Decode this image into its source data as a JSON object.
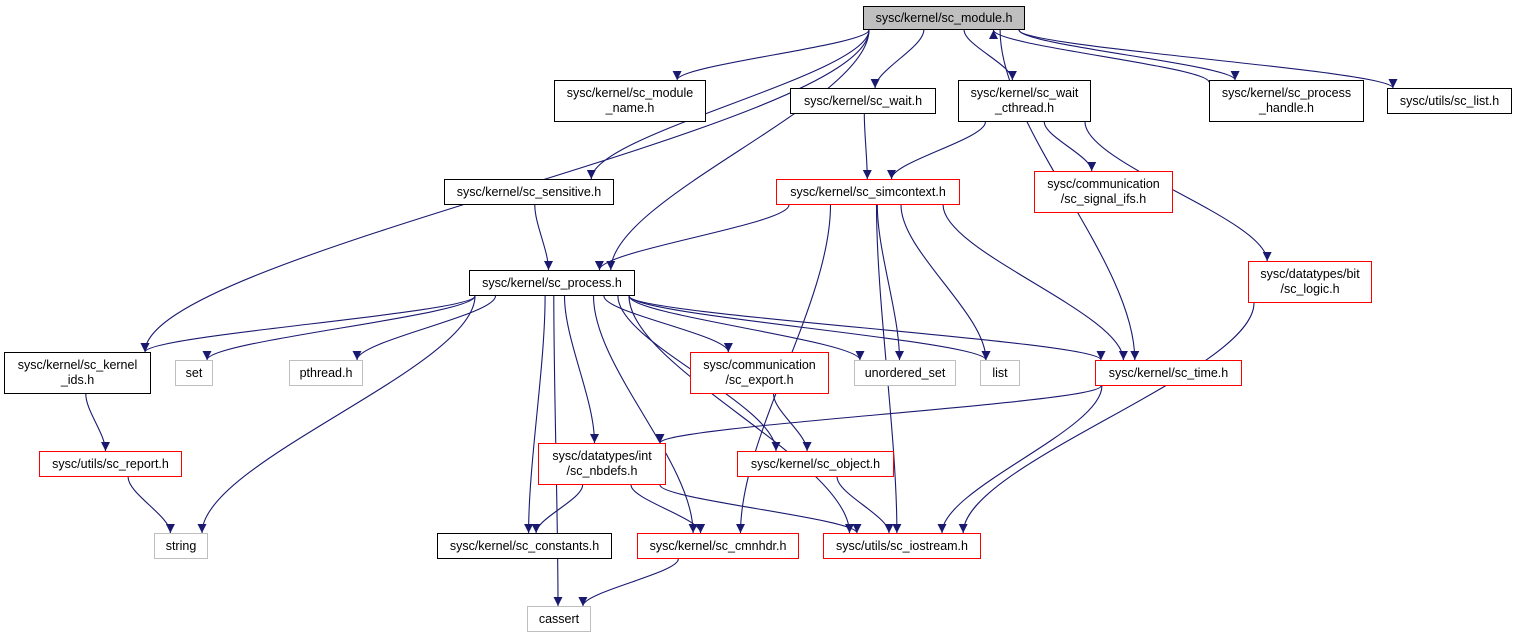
{
  "colors": {
    "edge": "#191970",
    "documented": "#000000",
    "incomplete": "#ff0000",
    "external": "#bfbfbf",
    "root_fill": "#bfbfbf"
  },
  "nodes": {
    "sc_module": {
      "lines": [
        "sysc/kernel/sc_module.h"
      ],
      "kind": "root"
    },
    "sc_module_name": {
      "lines": [
        "sysc/kernel/sc_module",
        "_name.h"
      ],
      "kind": "black"
    },
    "sc_wait": {
      "lines": [
        "sysc/kernel/sc_wait.h"
      ],
      "kind": "black"
    },
    "sc_wait_cthread": {
      "lines": [
        "sysc/kernel/sc_wait",
        "_cthread.h"
      ],
      "kind": "black"
    },
    "sc_process_handle": {
      "lines": [
        "sysc/kernel/sc_process",
        "_handle.h"
      ],
      "kind": "black"
    },
    "sc_list": {
      "lines": [
        "sysc/utils/sc_list.h"
      ],
      "kind": "black"
    },
    "sc_sensitive": {
      "lines": [
        "sysc/kernel/sc_sensitive.h"
      ],
      "kind": "black"
    },
    "sc_simcontext": {
      "lines": [
        "sysc/kernel/sc_simcontext.h"
      ],
      "kind": "red"
    },
    "sc_signal_ifs": {
      "lines": [
        "sysc/communication",
        "/sc_signal_ifs.h"
      ],
      "kind": "red"
    },
    "sc_logic": {
      "lines": [
        "sysc/datatypes/bit",
        "/sc_logic.h"
      ],
      "kind": "red"
    },
    "sc_process": {
      "lines": [
        "sysc/kernel/sc_process.h"
      ],
      "kind": "black"
    },
    "sc_kernel_ids": {
      "lines": [
        "sysc/kernel/sc_kernel",
        "_ids.h"
      ],
      "kind": "black"
    },
    "set": {
      "lines": [
        "set"
      ],
      "kind": "gray"
    },
    "pthread": {
      "lines": [
        "pthread.h"
      ],
      "kind": "gray"
    },
    "sc_export": {
      "lines": [
        "sysc/communication",
        "/sc_export.h"
      ],
      "kind": "red"
    },
    "unordered_set": {
      "lines": [
        "unordered_set"
      ],
      "kind": "gray"
    },
    "list": {
      "lines": [
        "list"
      ],
      "kind": "gray"
    },
    "sc_time": {
      "lines": [
        "sysc/kernel/sc_time.h"
      ],
      "kind": "red"
    },
    "sc_report": {
      "lines": [
        "sysc/utils/sc_report.h"
      ],
      "kind": "red"
    },
    "sc_nbdefs": {
      "lines": [
        "sysc/datatypes/int",
        "/sc_nbdefs.h"
      ],
      "kind": "red"
    },
    "sc_object": {
      "lines": [
        "sysc/kernel/sc_object.h"
      ],
      "kind": "red"
    },
    "string": {
      "lines": [
        "string"
      ],
      "kind": "gray"
    },
    "sc_constants": {
      "lines": [
        "sysc/kernel/sc_constants.h"
      ],
      "kind": "black"
    },
    "sc_cmnhdr": {
      "lines": [
        "sysc/kernel/sc_cmnhdr.h"
      ],
      "kind": "red"
    },
    "sc_iostream": {
      "lines": [
        "sysc/utils/sc_iostream.h"
      ],
      "kind": "red"
    },
    "cassert": {
      "lines": [
        "cassert"
      ],
      "kind": "gray"
    }
  },
  "edges": [
    [
      "sc_module",
      "sc_module_name"
    ],
    [
      "sc_module",
      "sc_wait"
    ],
    [
      "sc_module",
      "sc_wait_cthread"
    ],
    [
      "sc_module",
      "sc_process_handle"
    ],
    [
      "sc_module",
      "sc_list"
    ],
    [
      "sc_module",
      "sc_sensitive"
    ],
    [
      "sc_module",
      "sc_process"
    ],
    [
      "sc_module",
      "sc_kernel_ids"
    ],
    [
      "sc_module",
      "sc_time"
    ],
    [
      "sc_process_handle",
      "sc_module"
    ],
    [
      "sc_wait",
      "sc_simcontext"
    ],
    [
      "sc_wait_cthread",
      "sc_simcontext"
    ],
    [
      "sc_wait_cthread",
      "sc_signal_ifs"
    ],
    [
      "sc_wait_cthread",
      "sc_logic"
    ],
    [
      "sc_sensitive",
      "sc_process"
    ],
    [
      "sc_simcontext",
      "sc_process"
    ],
    [
      "sc_simcontext",
      "unordered_set"
    ],
    [
      "sc_simcontext",
      "list"
    ],
    [
      "sc_simcontext",
      "sc_time"
    ],
    [
      "sc_simcontext",
      "sc_cmnhdr"
    ],
    [
      "sc_simcontext",
      "sc_iostream"
    ],
    [
      "sc_process",
      "sc_kernel_ids"
    ],
    [
      "sc_process",
      "set"
    ],
    [
      "sc_process",
      "pthread"
    ],
    [
      "sc_process",
      "sc_export"
    ],
    [
      "sc_process",
      "unordered_set"
    ],
    [
      "sc_process",
      "list"
    ],
    [
      "sc_process",
      "sc_time"
    ],
    [
      "sc_process",
      "string"
    ],
    [
      "sc_process",
      "sc_nbdefs"
    ],
    [
      "sc_process",
      "sc_object"
    ],
    [
      "sc_process",
      "sc_constants"
    ],
    [
      "sc_process",
      "sc_cmnhdr"
    ],
    [
      "sc_process",
      "sc_iostream"
    ],
    [
      "sc_process",
      "cassert"
    ],
    [
      "sc_kernel_ids",
      "sc_report"
    ],
    [
      "sc_report",
      "string"
    ],
    [
      "sc_export",
      "sc_object"
    ],
    [
      "sc_time",
      "sc_nbdefs"
    ],
    [
      "sc_time",
      "sc_iostream"
    ],
    [
      "sc_logic",
      "sc_iostream"
    ],
    [
      "sc_nbdefs",
      "sc_constants"
    ],
    [
      "sc_nbdefs",
      "sc_cmnhdr"
    ],
    [
      "sc_nbdefs",
      "sc_iostream"
    ],
    [
      "sc_object",
      "sc_iostream"
    ],
    [
      "sc_cmnhdr",
      "cassert"
    ]
  ]
}
